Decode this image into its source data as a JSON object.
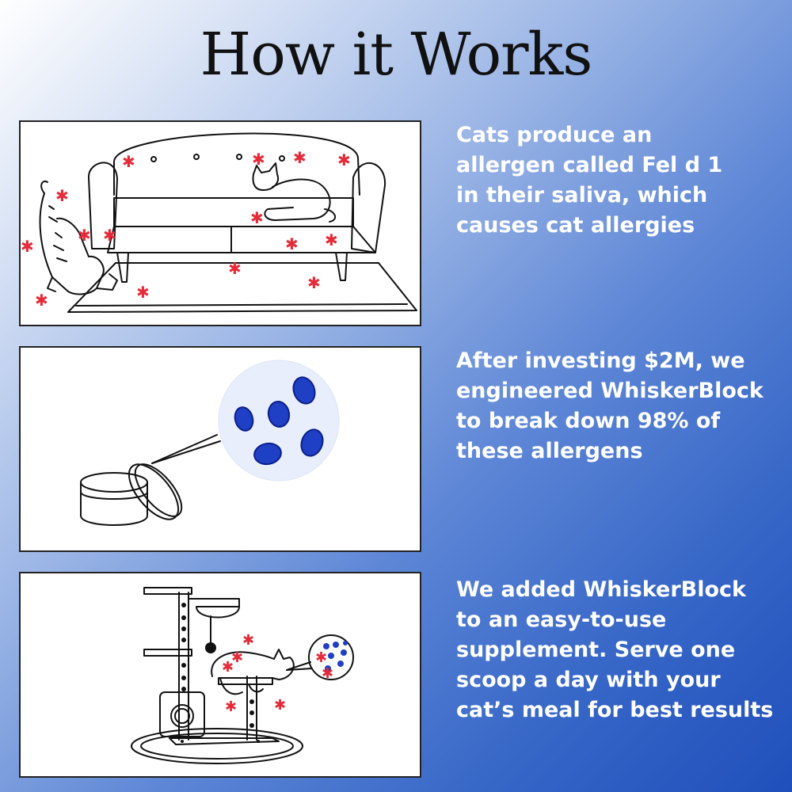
{
  "title": "How it Works",
  "accent_color": "#e52a38",
  "particle_color": "#1f3fc4",
  "steps": [
    {
      "text": "Cats produce an\nallergen called Fel d 1\nin their saliva, which\ncauses cat allergies",
      "illustration": "couch-with-cats-icon"
    },
    {
      "text": "After investing $2M, we\nengineered WhiskerBlock\nto break down 98% of\nthese allergens",
      "illustration": "supplement-tin-magnified-icon"
    },
    {
      "text": "We added WhiskerBlock\nto an easy-to-use\nsupplement. Serve one\nscoop a day with your\ncat’s meal for best results",
      "illustration": "cat-tree-icon"
    }
  ]
}
